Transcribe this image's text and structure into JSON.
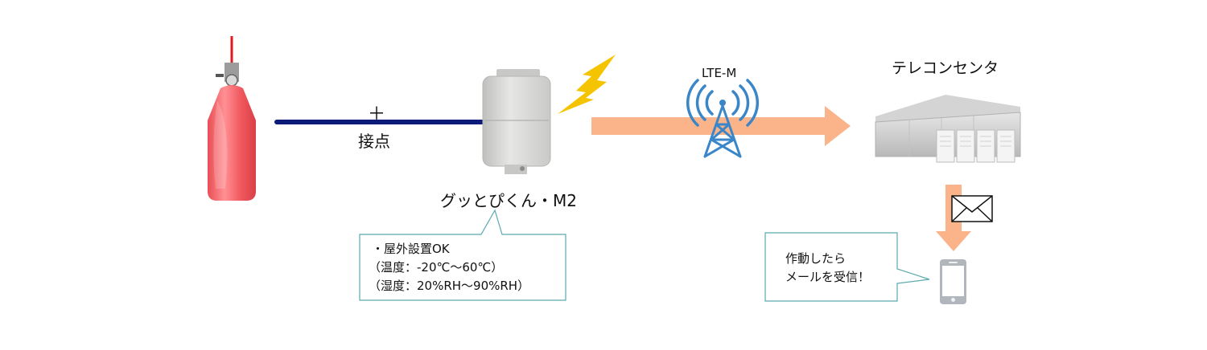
{
  "contact": {
    "plus": "＋",
    "label": "接点"
  },
  "device": {
    "name": "グッとぴくん・M2"
  },
  "network": {
    "label": "LTE-M"
  },
  "center": {
    "label": "テレコンセンタ"
  },
  "device_callout": {
    "line1": "・屋外設置OK",
    "line2": "（温度：-20℃～60℃）",
    "line3": "（湿度：20%RH～90%RH）"
  },
  "phone_callout": {
    "line1": "作動したら",
    "line2": "メールを受信！"
  },
  "colors": {
    "cylinder": "#f05a60",
    "cable": "#0d1a78",
    "arrow": "#fbb48a",
    "antenna": "#3a86c8",
    "bolt": "#f5c400",
    "callout_border": "#5aa9ad",
    "device": "#d3d4d2",
    "server": "#cfcfcf",
    "phone": "#b0b6bb"
  },
  "icons": [
    "fire-extinguisher-cylinder-icon",
    "wireless-device-icon",
    "lightning-icon",
    "radio-tower-icon",
    "data-center-icon",
    "envelope-icon",
    "smartphone-icon"
  ]
}
